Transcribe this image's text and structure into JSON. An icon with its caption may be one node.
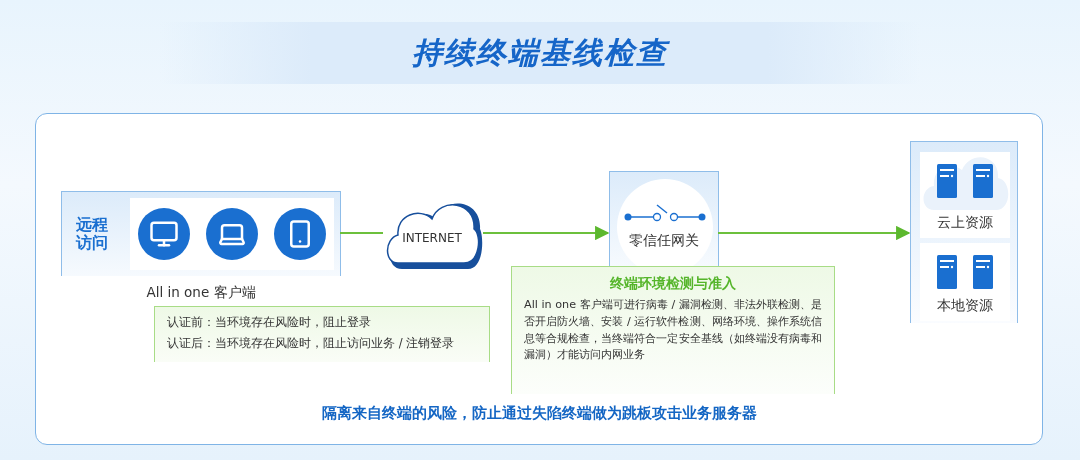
{
  "diagram": {
    "title": "持续终端基线检查",
    "nodes": [
      {
        "text": [
          "隔离来自终端的风险，防止通过失陷终端做为跳板攻击业务服务器"
        ]
      },
      {
        "text": [
          "远程访问"
        ],
        "in": 0,
        "beside": [
          "All in one 客户端"
        ]
      },
      {
        "text": [
          "认证前：当环境存在风险时，阻止登录",
          "认证后：当环境存在风险时，阻止访问业务 / 注销登录"
        ],
        "in": 0
      },
      {
        "text": [
          "INTERNET"
        ],
        "in": 0
      },
      {
        "text": [
          "零信任网关"
        ],
        "in": 0
      },
      {
        "text": [
          "终端环境检测与准入",
          "All in one 客户端可进行病毒 / 漏洞检测、非法外联检测、是否开启防火墙、安装 / 运行软件检测、网络环境、操作系统信息等合规检查，当终端符合一定安全基线（如终端没有病毒和漏洞）才能访问内网业务"
        ],
        "in": 0
      },
      {
        "text": [],
        "shape": "box",
        "in": 0
      },
      {
        "text": [
          "云上资源"
        ],
        "in": 6
      },
      {
        "text": [
          "本地资源"
        ],
        "in": 6
      }
    ],
    "edges": [
      {
        "from": 1,
        "to": 3,
        "arrow": "none"
      },
      {
        "from": 3,
        "to": 4,
        "arrow": "to"
      },
      {
        "from": 4,
        "to": 6,
        "arrow": "to"
      }
    ]
  }
}
